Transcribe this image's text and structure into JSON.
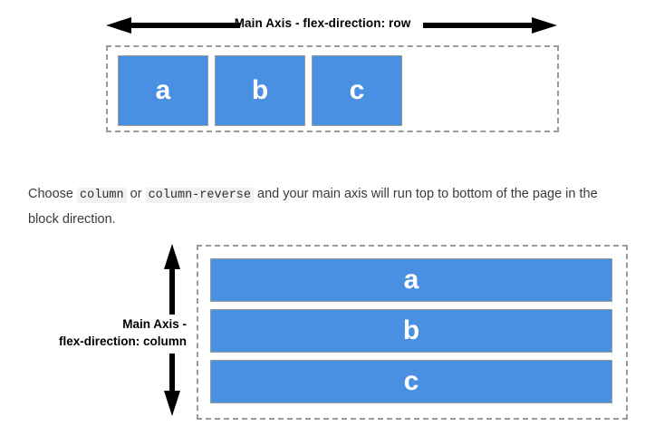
{
  "row_diagram": {
    "axis_label": "Main Axis - flex-direction: row",
    "arrow_direction": "double-horizontal",
    "items": [
      {
        "label": "a"
      },
      {
        "label": "b"
      },
      {
        "label": "c"
      }
    ]
  },
  "prose": {
    "lead": "Choose ",
    "code_1": "column",
    "mid": " or ",
    "code_2": "column-reverse",
    "tail": " and your main axis will run top to bottom of the page in the block direction."
  },
  "column_diagram": {
    "axis_label_line1": "Main Axis -",
    "axis_label_line2": "flex-direction: column",
    "arrow_direction": "double-vertical",
    "items": [
      {
        "label": "a"
      },
      {
        "label": "b"
      },
      {
        "label": "c"
      }
    ]
  },
  "colors": {
    "item_fill": "#4a90e2",
    "item_border": "#9a9a9a",
    "container_border": "#9a9a9a",
    "arrow": "#000000",
    "code_background": "#f2f2f2",
    "text": "#3b3b3b"
  }
}
